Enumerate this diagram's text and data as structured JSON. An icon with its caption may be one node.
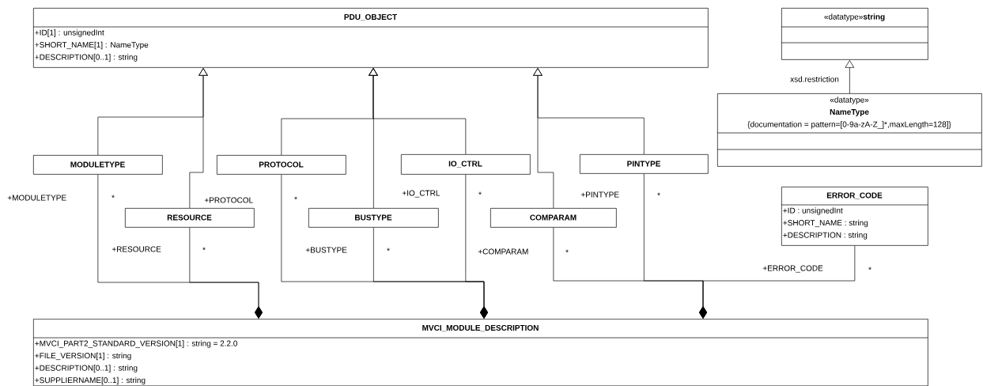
{
  "diagram": {
    "nodes": [
      {
        "text": [
          "PDU_OBJECT",
          "+ID[1] : unsignedInt",
          "+SHORT_NAME[1] : NameType",
          "+DESCRIPTION[0..1] : string"
        ]
      },
      {
        "text": [
          "«datatype»**string**"
        ]
      },
      {
        "text": [
          "«datatype»",
          "NameType",
          "{documentation = pattern=[0-9a-zA-Z_]*,maxLength=128]}"
        ]
      },
      {
        "text": [
          "MODULETYPE"
        ]
      },
      {
        "text": [
          "RESOURCE"
        ]
      },
      {
        "text": [
          "PROTOCOL"
        ]
      },
      {
        "text": [
          "BUSTYPE"
        ]
      },
      {
        "text": [
          "IO_CTRL"
        ]
      },
      {
        "text": [
          "COMPARAM"
        ]
      },
      {
        "text": [
          "PINTYPE"
        ]
      },
      {
        "text": [
          "ERROR_CODE",
          "+ID : unsignedInt",
          "+SHORT_NAME : string",
          "+DESCRIPTION : string"
        ]
      },
      {
        "text": [
          "MVCI_MODULE_DESCRIPTION",
          "+MVCI_PART2_STANDARD_VERSION[1] : string = 2.2.0",
          "+FILE_VERSION[1] : string",
          "+DESCRIPTION[0..1] : string",
          "+SUPPLIERNAME[0..1] : string"
        ]
      }
    ],
    "edges": [
      {
        "from": 3,
        "to": 0,
        "arrow": "to"
      },
      {
        "from": 4,
        "to": 0,
        "arrow": "to"
      },
      {
        "from": 5,
        "to": 0,
        "arrow": "to"
      },
      {
        "from": 6,
        "to": 0,
        "arrow": "to"
      },
      {
        "from": 7,
        "to": 0,
        "arrow": "to"
      },
      {
        "from": 8,
        "to": 0,
        "arrow": "to"
      },
      {
        "from": 9,
        "to": 0,
        "arrow": "to"
      },
      {
        "from": 2,
        "to": 1,
        "arrow": "to",
        "label": "xsd.restriction"
      },
      {
        "from": 3,
        "to": 11,
        "arrow": "other",
        "label": "+MODULETYPE"
      },
      {
        "from": 4,
        "to": 11,
        "arrow": "other",
        "label": "+RESOURCE"
      },
      {
        "from": 5,
        "to": 11,
        "arrow": "other",
        "label": "+PROTOCOL"
      },
      {
        "from": 6,
        "to": 11,
        "arrow": "other",
        "label": "+BUSTYPE"
      },
      {
        "from": 7,
        "to": 11,
        "arrow": "other",
        "label": "+IO_CTRL"
      },
      {
        "from": 8,
        "to": 11,
        "arrow": "other",
        "label": "+COMPARAM"
      },
      {
        "from": 9,
        "to": 11,
        "arrow": "other",
        "label": "+PINTYPE"
      },
      {
        "from": 10,
        "to": 11,
        "arrow": "other",
        "label": "+ERROR_CODE"
      }
    ],
    "labels": [
      "*",
      "*",
      "*",
      "*",
      "*",
      "*",
      "*",
      "*"
    ]
  }
}
